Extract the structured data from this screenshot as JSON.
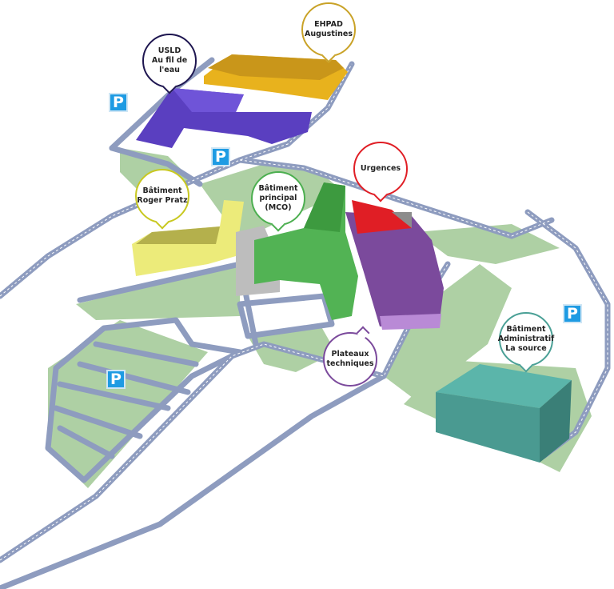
{
  "labels": {
    "ehpad": "EHPAD\nAugustines",
    "usld": "USLD\nAu fil de l'eau",
    "roger_pratz": "Bâtiment\nRoger Pratz",
    "principal": "Bâtiment\nprincipal\n(MCO)",
    "urgences": "Urgences",
    "plateaux": "Plateaux\ntechniques",
    "administratif": "Bâtiment\nAdministratif\nLa source"
  },
  "parking_label": "P",
  "colors": {
    "ehpad": "#c9a227",
    "usld": "#5a3fc0",
    "roger_pratz": "#e6e36a",
    "principal": "#4caf50",
    "urgences": "#e01e25",
    "plateaux": "#7b4a9c",
    "administratif": "#4aa096",
    "parking": "#1e9be3",
    "road": "#8e9cbf",
    "green": "#aed0a4"
  }
}
